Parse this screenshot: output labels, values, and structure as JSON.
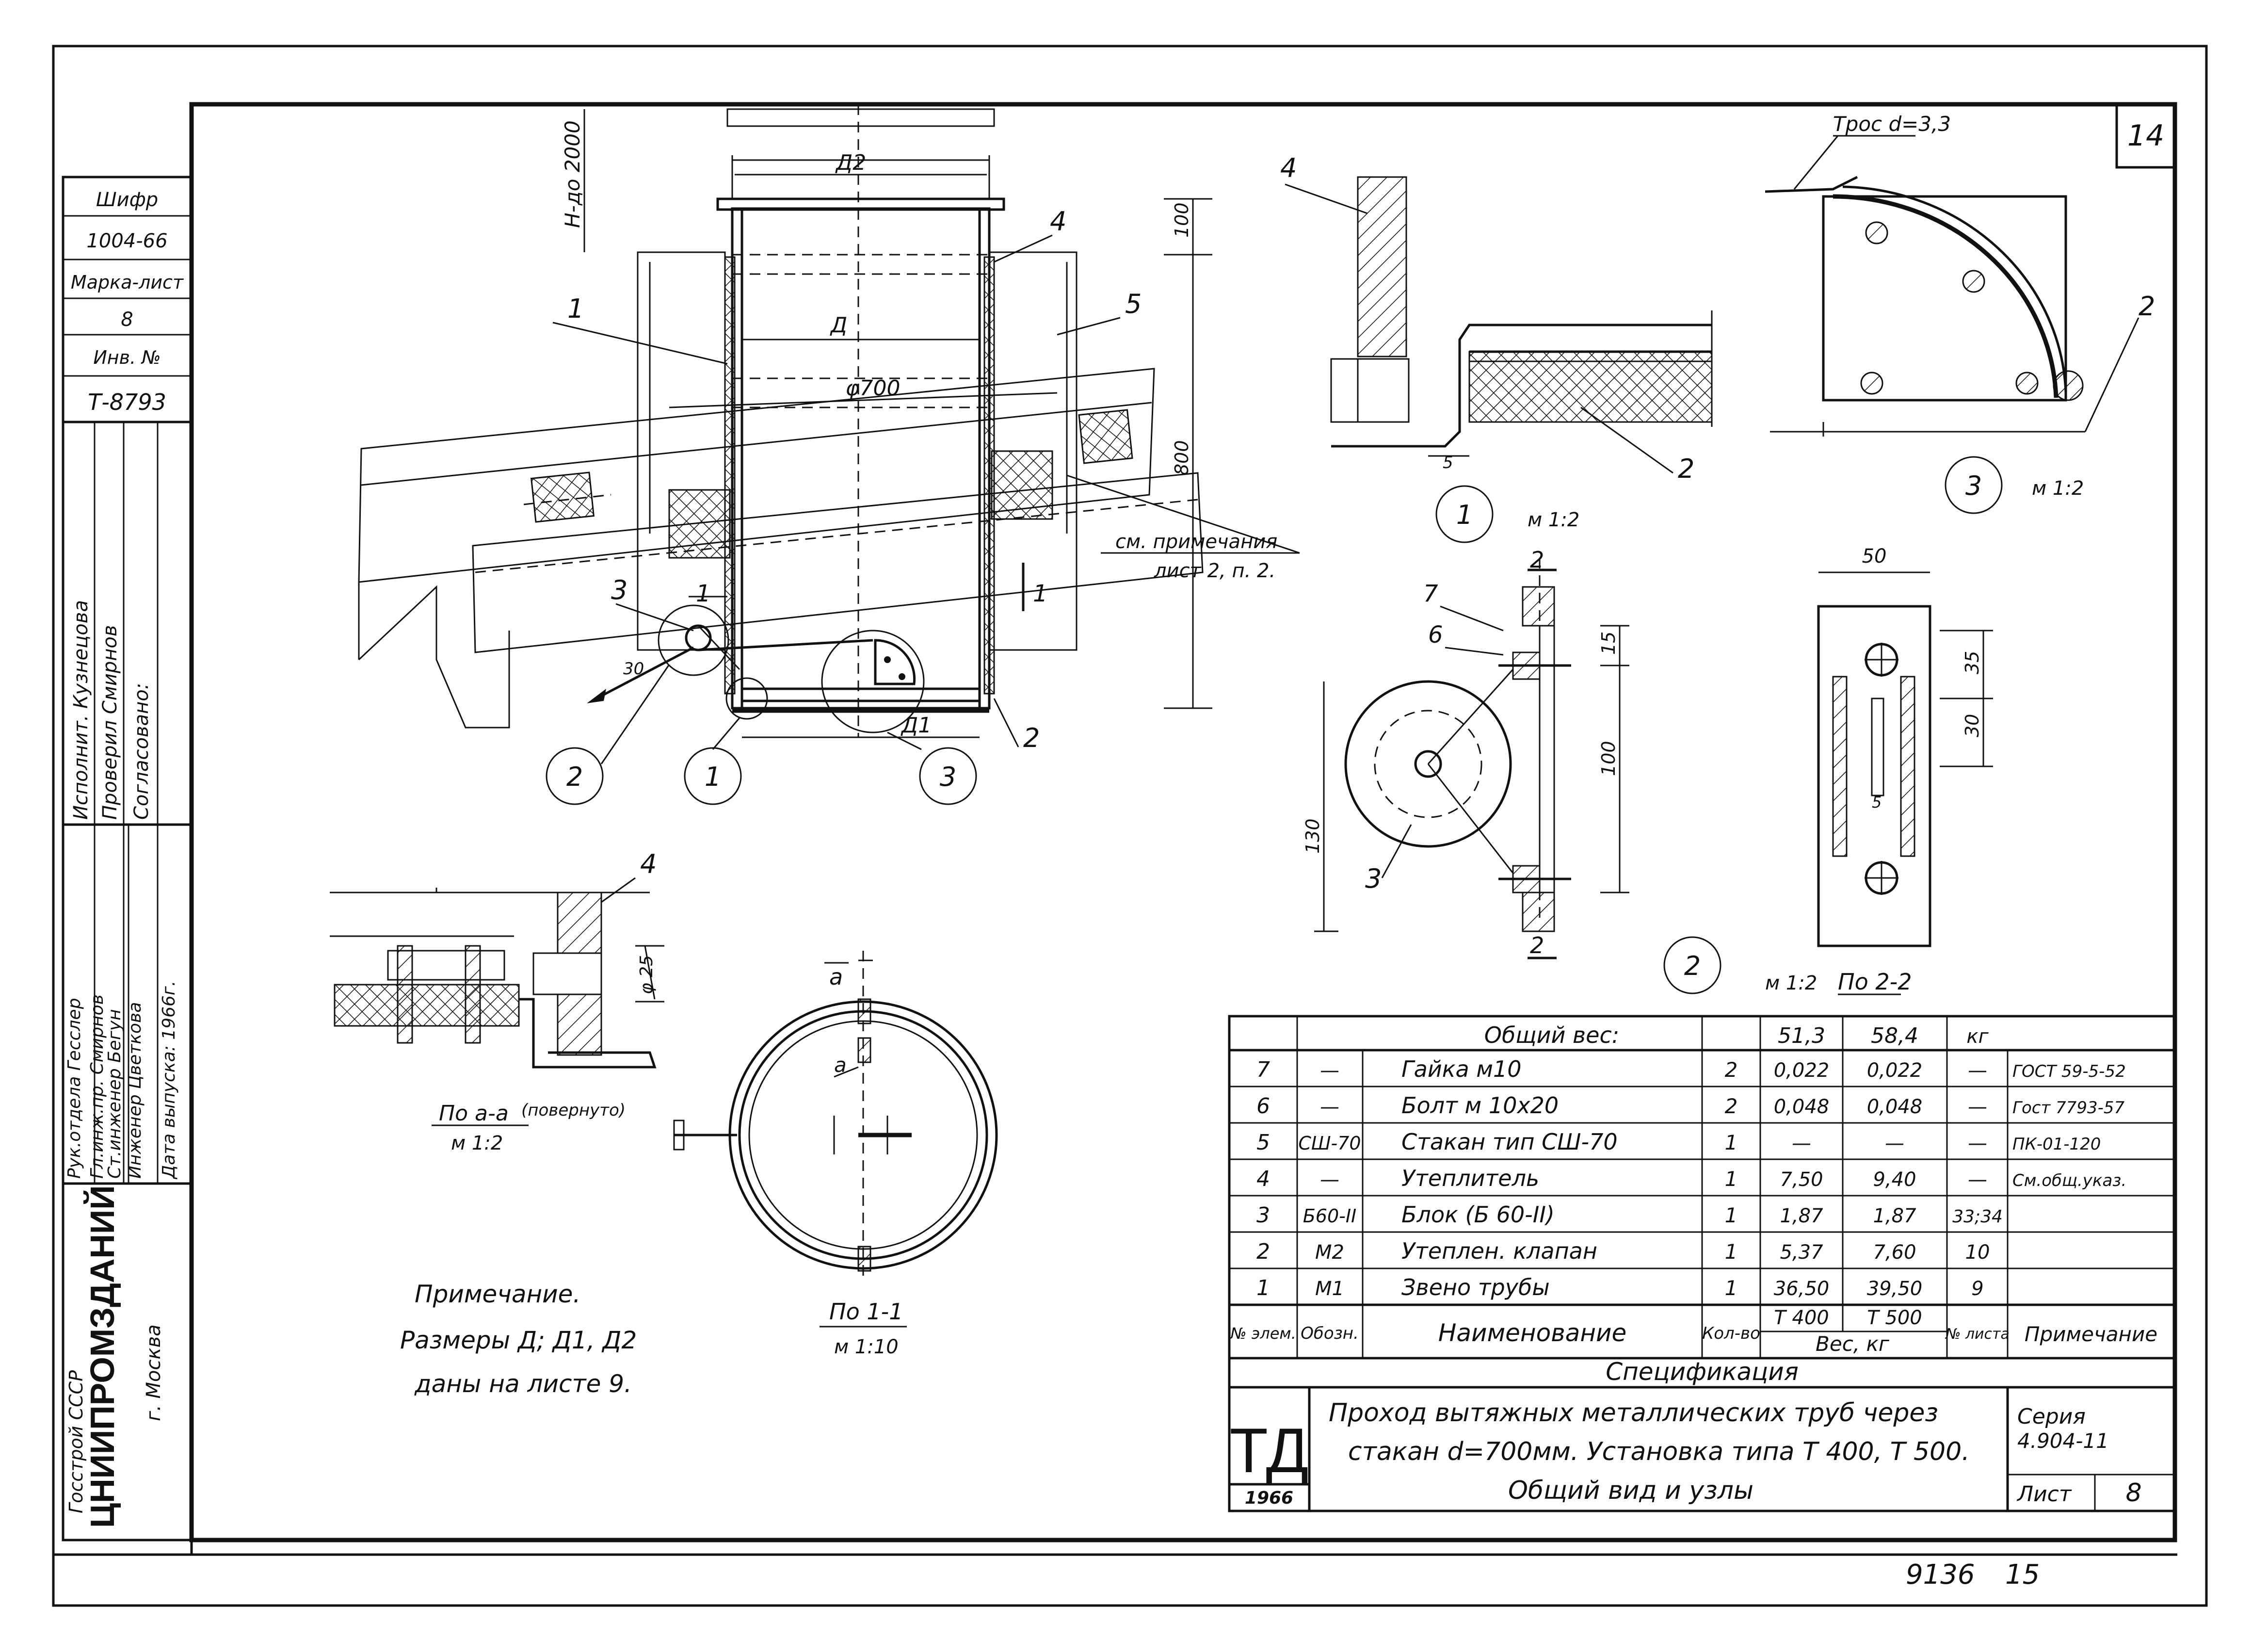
{
  "sheet_number": "14",
  "left_stamp": {
    "cipher_label": "Шифр",
    "cipher_value": "1004-66",
    "mark_label": "Марка-лист",
    "mark_value": "8",
    "inv_label": "Инв. №",
    "inv_value": "Т-8793",
    "sign_rows_top": [
      "Исполнит. Кузнецова",
      "Проверил Смирнов",
      "Согласовано:"
    ],
    "sign_rows_bottom": [
      "Рук.отдела Гесслер",
      "Гл.инж.пр. Смирнов",
      "Ст.инженер Бегун",
      "Инженер Цветкова",
      "Дата выпуска: 1966г."
    ],
    "org_line1": "Госстрой СССР",
    "org_name": "ЦНИИПРОМЗДАНИЙ",
    "org_city": "г. Москва"
  },
  "main_view": {
    "dim_height": "Н-до 2000",
    "dim_100": "100",
    "dim_800": "800",
    "dim_d2": "Д2",
    "dim_d": "Д",
    "dim_d1": "Д1",
    "dim_phi700": "φ700",
    "callouts": [
      "1",
      "4",
      "5",
      "3",
      "2"
    ],
    "section_mark_left": "1",
    "section_mark_right": "1",
    "note_ref_line1": "см. примечания",
    "note_ref_line2": "лист 2, п. 2.",
    "node_circles": [
      "2",
      "1",
      "3"
    ],
    "slope_dim": "30"
  },
  "node1": {
    "callout_4": "4",
    "callout_2": "2",
    "dim_5": "5",
    "number": "1",
    "scale": "м 1:2"
  },
  "node3": {
    "cable_label": "Трос d=3,3",
    "callout_2": "2",
    "number": "3",
    "scale": "м 1:2"
  },
  "node2": {
    "section_mark": "2",
    "callout_7": "7",
    "callout_6": "6",
    "callout_3": "3",
    "dim_15": "15",
    "dim_100": "100",
    "dim_130": "130",
    "number": "2",
    "scale": "м 1:2",
    "section_title": "По 2-2"
  },
  "plate": {
    "dim_50": "50",
    "dim_35": "35",
    "dim_30": "30",
    "dim_5": "5"
  },
  "section_a": {
    "callout_4": "4",
    "dim_phi25": "φ 25",
    "title": "По а-а",
    "title_note": "(повернуто)",
    "scale": "м 1:2"
  },
  "section_11": {
    "mark_a": "а",
    "title": "По 1-1",
    "scale": "м 1:10"
  },
  "note": {
    "heading": "Примечание.",
    "line1": "Размеры Д; Д1, Д2",
    "line2": "даны на листе 9."
  },
  "spec": {
    "total_label": "Общий вес:",
    "total_t400": "51,3",
    "total_t500": "58,4",
    "total_unit": "кг",
    "rows": [
      {
        "n": "7",
        "code": "—",
        "name": "Гайка м10",
        "qty": "2",
        "t400": "0,022",
        "t500": "0,022",
        "sheet": "—",
        "note": "ГОСТ 59-5-52"
      },
      {
        "n": "6",
        "code": "—",
        "name": "Болт м 10х20",
        "qty": "2",
        "t400": "0,048",
        "t500": "0,048",
        "sheet": "—",
        "note": "Гост 7793-57"
      },
      {
        "n": "5",
        "code": "СШ-70",
        "name": "Стакан тип СШ-70",
        "qty": "1",
        "t400": "—",
        "t500": "—",
        "sheet": "—",
        "note": "ПК-01-120"
      },
      {
        "n": "4",
        "code": "—",
        "name": "Утеплитель",
        "qty": "1",
        "t400": "7,50",
        "t500": "9,40",
        "sheet": "—",
        "note": "См.общ.указ."
      },
      {
        "n": "3",
        "code": "Б60-II",
        "name": "Блок (Б 60-II)",
        "qty": "1",
        "t400": "1,87",
        "t500": "1,87",
        "sheet": "33;34",
        "note": ""
      },
      {
        "n": "2",
        "code": "М2",
        "name": "Утеплен. клапан",
        "qty": "1",
        "t400": "5,37",
        "t500": "7,60",
        "sheet": "10",
        "note": ""
      },
      {
        "n": "1",
        "code": "М1",
        "name": "Звено трубы",
        "qty": "1",
        "t400": "36,50",
        "t500": "39,50",
        "sheet": "9",
        "note": ""
      }
    ],
    "hdr_n": "№ элем.",
    "hdr_code": "Обозн.",
    "hdr_name": "Наименование",
    "hdr_qty": "Кол-во",
    "hdr_t400": "Т 400",
    "hdr_t500": "Т 500",
    "hdr_weight": "Вес, кг",
    "hdr_sheet": "№ листа",
    "hdr_note": "Примечание",
    "caption": "Спецификация"
  },
  "title_block": {
    "logo": "ТД",
    "year": "1966",
    "title_line1": "Проход вытяжных металлических труб через",
    "title_line2": "стакан d=700мм. Установка типа Т 400, Т 500.",
    "title_line3": "Общий вид и узлы",
    "series_label": "Серия",
    "series_value": "4.904-11",
    "sheet_label": "Лист",
    "sheet_value": "8"
  },
  "bottom_codes": {
    "code1": "9136",
    "code2": "15"
  }
}
